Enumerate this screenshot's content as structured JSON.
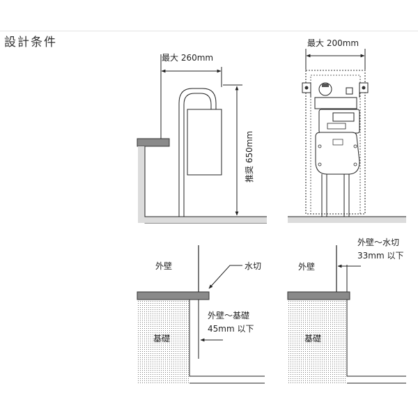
{
  "title": "設計条件",
  "diagram_1": {
    "width_label": "最大 260mm",
    "height_label": "推奨 650mm"
  },
  "diagram_2": {
    "width_label": "最大 200mm"
  },
  "diagram_3": {
    "wall_label": "外壁",
    "drip_label": "水切",
    "base_label": "基礎",
    "gap_label_1": "外壁～基礎",
    "gap_label_2": "45mm 以下"
  },
  "diagram_4": {
    "wall_label": "外壁",
    "base_label": "基礎",
    "gap_label_1": "外壁～水切",
    "gap_label_2": "33mm 以下"
  }
}
